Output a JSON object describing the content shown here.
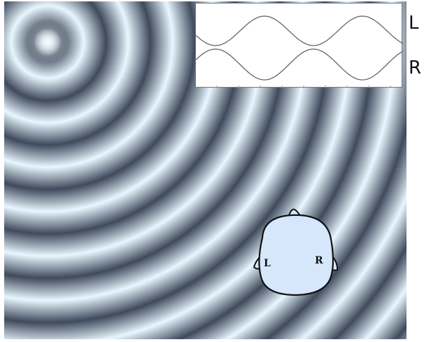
{
  "figure": {
    "channel_labels": {
      "left": "L",
      "right": "R"
    },
    "head_ear_labels": {
      "left": "L",
      "right": "R"
    },
    "colors": {
      "wave_dark": "#3f4a5c",
      "wave_light": "#e8f7ff",
      "head_fill": "#d6e6fb",
      "outline": "#111111",
      "trace": "#666666"
    }
  }
}
